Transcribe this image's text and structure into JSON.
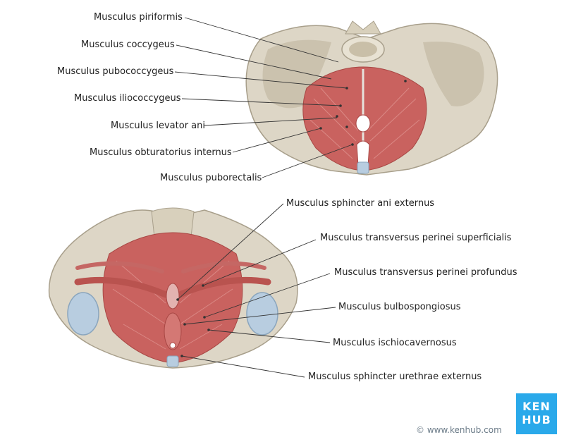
{
  "top_labels": [
    "Musculus piriformis",
    "Musculus coccygeus",
    "Musculus pubococcygeus",
    "Musculus iliococcygeus",
    "Musculus levator ani",
    "Musculus obturatorius internus",
    "Musculus puborectalis"
  ],
  "bottom_labels": [
    "Musculus sphincter ani externus",
    "Musculus transversus perinei superficialis",
    "Musculus transversus perinei profundus",
    "Musculus bulbospongiosus",
    "Musculus ischiocavernosus",
    "Musculus sphincter urethrae externus"
  ],
  "footer": {
    "copyright": "© www.kenhub.com",
    "logo_line1": "KEN",
    "logo_line2": "HUB"
  },
  "colors": {
    "bone": "#ddd6c6",
    "bone_shadow": "#b9b09c",
    "muscle": "#c9625f",
    "muscle_dark": "#a84744",
    "tendon": "#d9dde2",
    "leader": "#333333",
    "brand": "#2aa9ea"
  }
}
